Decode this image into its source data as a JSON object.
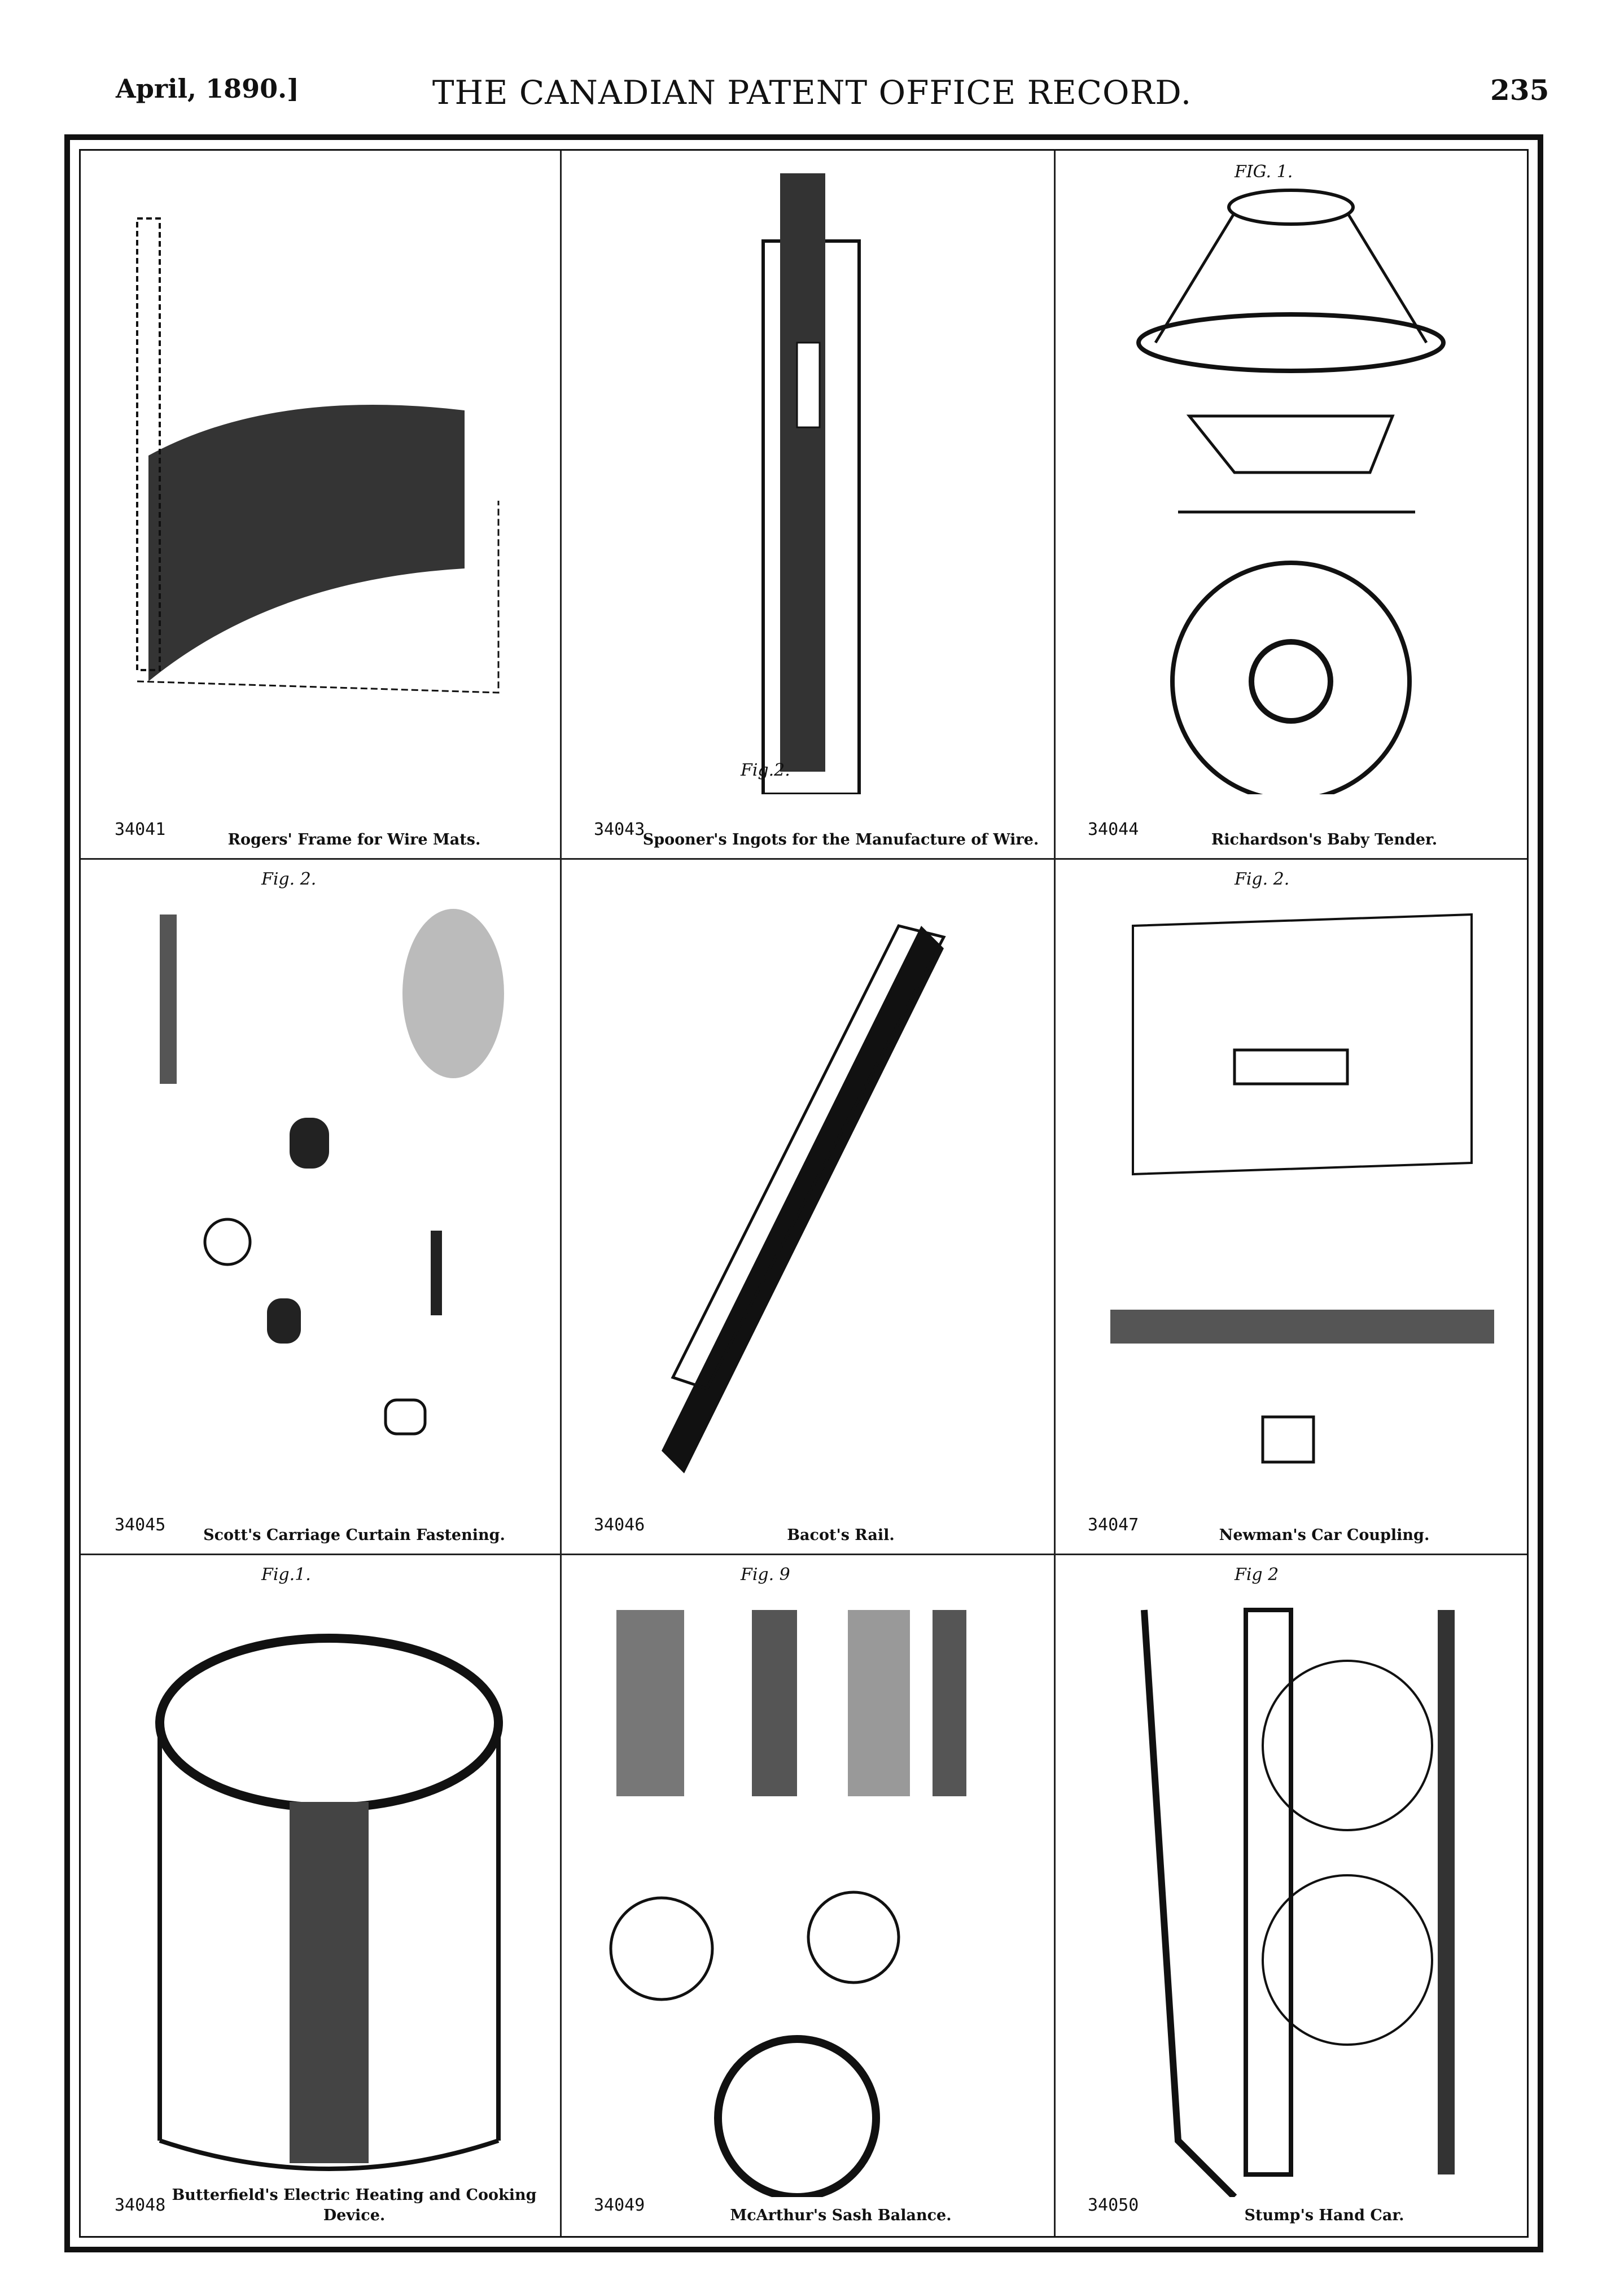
{
  "header": {
    "date": "April, 1890.]",
    "title": "THE CANADIAN PATENT OFFICE RECORD.",
    "page_number": "235"
  },
  "patents": [
    {
      "number": "34041",
      "title": "Rogers' Frame for Wire Mats.",
      "fig_label": ""
    },
    {
      "number": "34043",
      "title": "Spooner's Ingots for the Manufacture of Wire.",
      "fig_label": "Fig.2."
    },
    {
      "number": "34044",
      "title": "Richardson's Baby Tender.",
      "fig_label": "FIG. 1."
    },
    {
      "number": "34045",
      "title": "Scott's Carriage Curtain Fastening.",
      "fig_label": "Fig. 2."
    },
    {
      "number": "34046",
      "title": "Bacot's Rail.",
      "fig_label": ""
    },
    {
      "number": "34047",
      "title": "Newman's Car Coupling.",
      "fig_label": "Fig. 2."
    },
    {
      "number": "34048",
      "title": "Butterfield's Electric Heating and Cooking Device.",
      "fig_label": "Fig.1."
    },
    {
      "number": "34049",
      "title": "McArthur's Sash Balance.",
      "fig_label": "Fig. 9"
    },
    {
      "number": "34050",
      "title": "Stump's Hand Car.",
      "fig_label": "Fig 2"
    }
  ]
}
